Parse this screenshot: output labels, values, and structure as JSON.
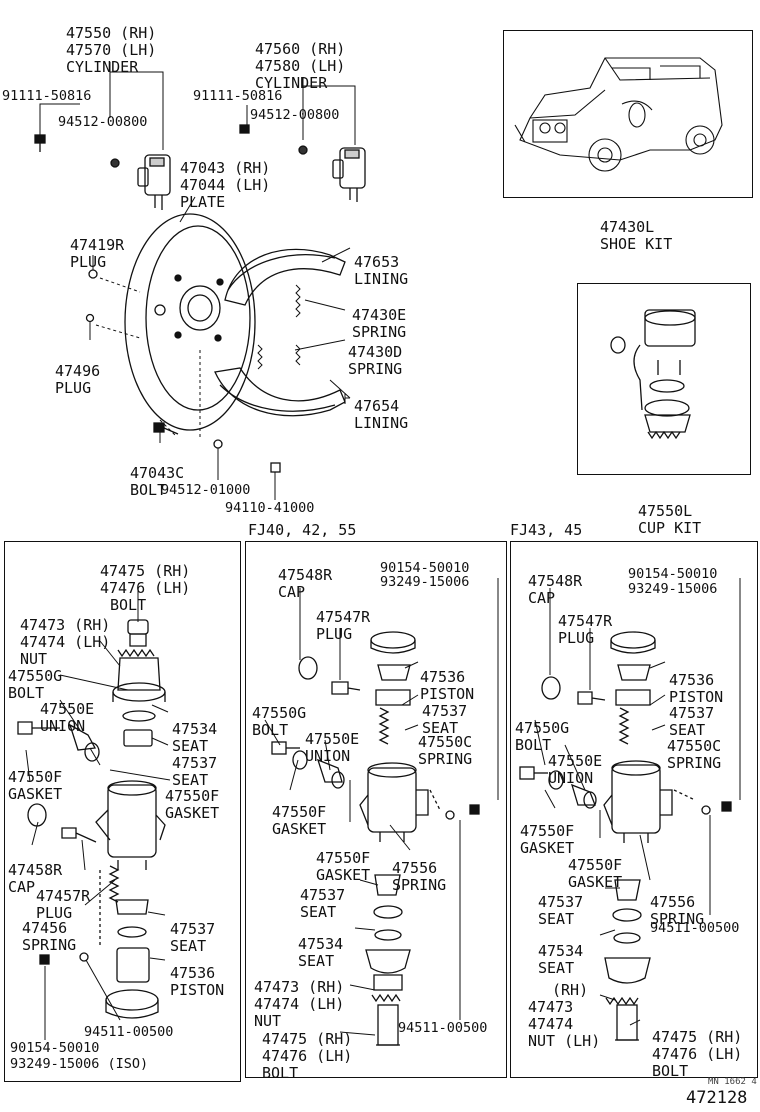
{
  "top": {
    "cyl_rh": {
      "pn1": "47550 (RH)",
      "pn2": "47570 (LH)",
      "name": "CYLINDER"
    },
    "cyl_lh": {
      "pn1": "47560 (RH)",
      "pn2": "47580 (LH)",
      "name": "CYLINDER"
    },
    "bolt_a": "91111-50816",
    "nut_a": "94512-00800",
    "bolt_b": "91111-50816",
    "nut_b": "94512-00800",
    "plate": {
      "pn1": "47043 (RH)",
      "pn2": "47044 (LH)",
      "name": "PLATE"
    },
    "plug1": {
      "pn": "47419R",
      "name": "PLUG"
    },
    "plug2": {
      "pn": "47496",
      "name": "PLUG"
    },
    "lining1": {
      "pn": "47653",
      "name": "LINING"
    },
    "spring_e": {
      "pn": "47430E",
      "name": "SPRING"
    },
    "spring_d": {
      "pn": "47430D",
      "name": "SPRING"
    },
    "lining2": {
      "pn": "47654",
      "name": "LINING"
    },
    "bolt_c": {
      "pn": "47043C",
      "name": "BOLT"
    },
    "nut_c": "94512-01000",
    "nut_d": "94110-41000",
    "shoe_kit": {
      "pn": "47430L",
      "name": "SHOE KIT"
    },
    "cup_kit": {
      "pn": "47550L",
      "name": "CUP KIT"
    }
  },
  "sections": {
    "mid": "FJ40, 42, 55",
    "right": "FJ43, 45"
  },
  "left": {
    "bolt_top": {
      "pn1": "47475 (RH)",
      "pn2": "47476 (LH)",
      "name": "BOLT"
    },
    "nut": {
      "pn1": "47473 (RH)",
      "pn2": "47474 (LH)",
      "name": "NUT"
    },
    "bolt_g": {
      "pn": "47550G",
      "name": "BOLT"
    },
    "union": {
      "pn": "47550E",
      "name": "UNION"
    },
    "seat_34": {
      "pn": "47534",
      "name": "SEAT"
    },
    "seat_37a": {
      "pn": "47537",
      "name": "SEAT"
    },
    "gasket_a": {
      "pn": "47550F",
      "name": "GASKET"
    },
    "gasket_b": {
      "pn": "47550F",
      "name": "GASKET"
    },
    "cap": {
      "pn": "47458R",
      "name": "CAP"
    },
    "plug": {
      "pn": "47457R",
      "name": "PLUG"
    },
    "spring": {
      "pn": "47456",
      "name": "SPRING"
    },
    "seat_37b": {
      "pn": "47537",
      "name": "SEAT"
    },
    "piston": {
      "pn": "47536",
      "name": "PISTON"
    },
    "nut_bot": "94511-00500",
    "bolt_bot1": "90154-50010",
    "bolt_bot2": "93249-15006 (ISO)"
  },
  "mid": {
    "cap": {
      "pn": "47548R",
      "name": "CAP"
    },
    "bolt1": "90154-50010",
    "bolt2": "93249-15006",
    "plug": {
      "pn": "47547R",
      "name": "PLUG"
    },
    "piston": {
      "pn": "47536",
      "name": "PISTON"
    },
    "bolt_g": {
      "pn": "47550G",
      "name": "BOLT"
    },
    "seat_37a": {
      "pn": "47537",
      "name": "SEAT"
    },
    "union": {
      "pn": "47550E",
      "name": "UNION"
    },
    "spring_c": {
      "pn": "47550C",
      "name": "SPRING"
    },
    "gasket_a": {
      "pn": "47550F",
      "name": "GASKET"
    },
    "gasket_b": {
      "pn": "47550F",
      "name": "GASKET"
    },
    "spring": {
      "pn": "47556",
      "name": "SPRING"
    },
    "seat_37b": {
      "pn": "47537",
      "name": "SEAT"
    },
    "seat_34": {
      "pn": "47534",
      "name": "SEAT"
    },
    "nut": {
      "pn1": "47473 (RH)",
      "pn2": "47474 (LH)",
      "name": "NUT"
    },
    "bolt": {
      "pn1": "47475 (RH)",
      "pn2": "47476 (LH)",
      "name": "BOLT"
    },
    "nut_bot": "94511-00500"
  },
  "right": {
    "cap": {
      "pn": "47548R",
      "name": "CAP"
    },
    "bolt1": "90154-50010",
    "bolt2": "93249-15006",
    "plug": {
      "pn": "47547R",
      "name": "PLUG"
    },
    "piston": {
      "pn": "47536",
      "name": "PISTON"
    },
    "bolt_g": {
      "pn": "47550G",
      "name": "BOLT"
    },
    "seat_37a": {
      "pn": "47537",
      "name": "SEAT"
    },
    "union": {
      "pn": "47550E",
      "name": "UNION"
    },
    "spring_c": {
      "pn": "47550C",
      "name": "SPRING"
    },
    "gasket_a": {
      "pn": "47550F",
      "name": "GASKET"
    },
    "gasket_b": {
      "pn": "47550F",
      "name": "GASKET"
    },
    "seat_37b": {
      "pn": "47537",
      "name": "SEAT"
    },
    "spring": {
      "pn": "47556",
      "name": "SPRING"
    },
    "nut_bot": "94511-00500",
    "seat_34": {
      "pn": "47534",
      "name": "SEAT"
    },
    "nut": {
      "pn1": "(RH)",
      "pn2": "47473",
      "pn3": "47474",
      "name": "NUT (LH)"
    },
    "bolt": {
      "pn1": "47475 (RH)",
      "pn2": "47476 (LH)",
      "name": "BOLT"
    }
  },
  "footer": {
    "tiny": "MN 1662 4",
    "ref": "472128"
  }
}
